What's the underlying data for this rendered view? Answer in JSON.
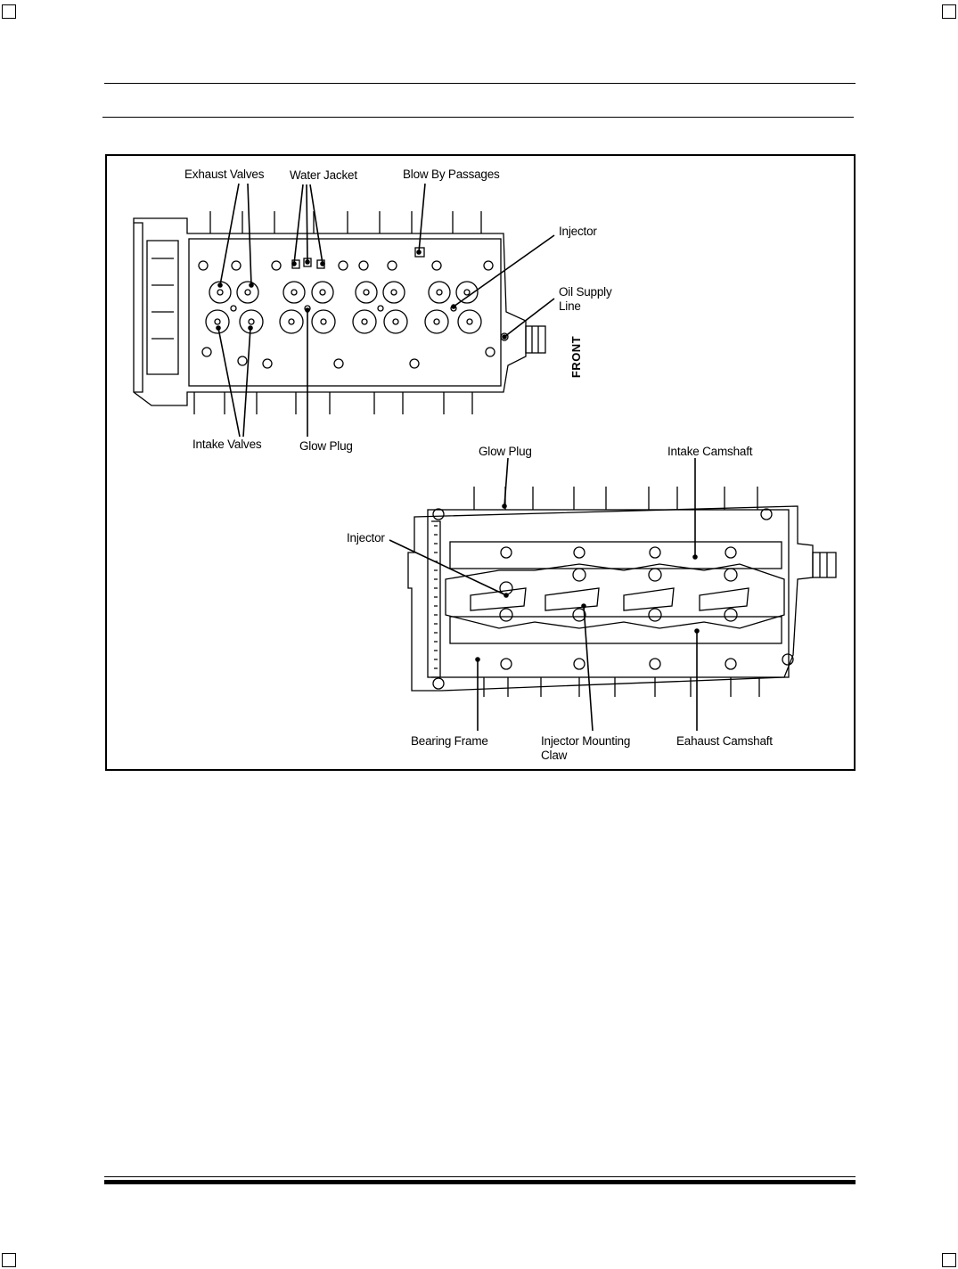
{
  "figure": {
    "top_view_labels": {
      "exhaust_valves": "Exhaust Valves",
      "water_jacket": "Water Jacket",
      "blow_by_passages": "Blow By Passages",
      "injector": "Injector",
      "oil_supply_line_1": "Oil Supply",
      "oil_supply_line_2": "Line",
      "front": "FRONT",
      "intake_valves": "Intake Valves",
      "glow_plug": "Glow Plug"
    },
    "camshaft_view_labels": {
      "glow_plug": "Glow Plug",
      "intake_camshaft": "Intake Camshaft",
      "injector": "Injector",
      "bearing_frame": "Bearing Frame",
      "injector_mounting_claw_1": "Injector Mounting",
      "injector_mounting_claw_2": "Claw",
      "exhaust_camshaft": "Eahaust Camshaft"
    }
  }
}
